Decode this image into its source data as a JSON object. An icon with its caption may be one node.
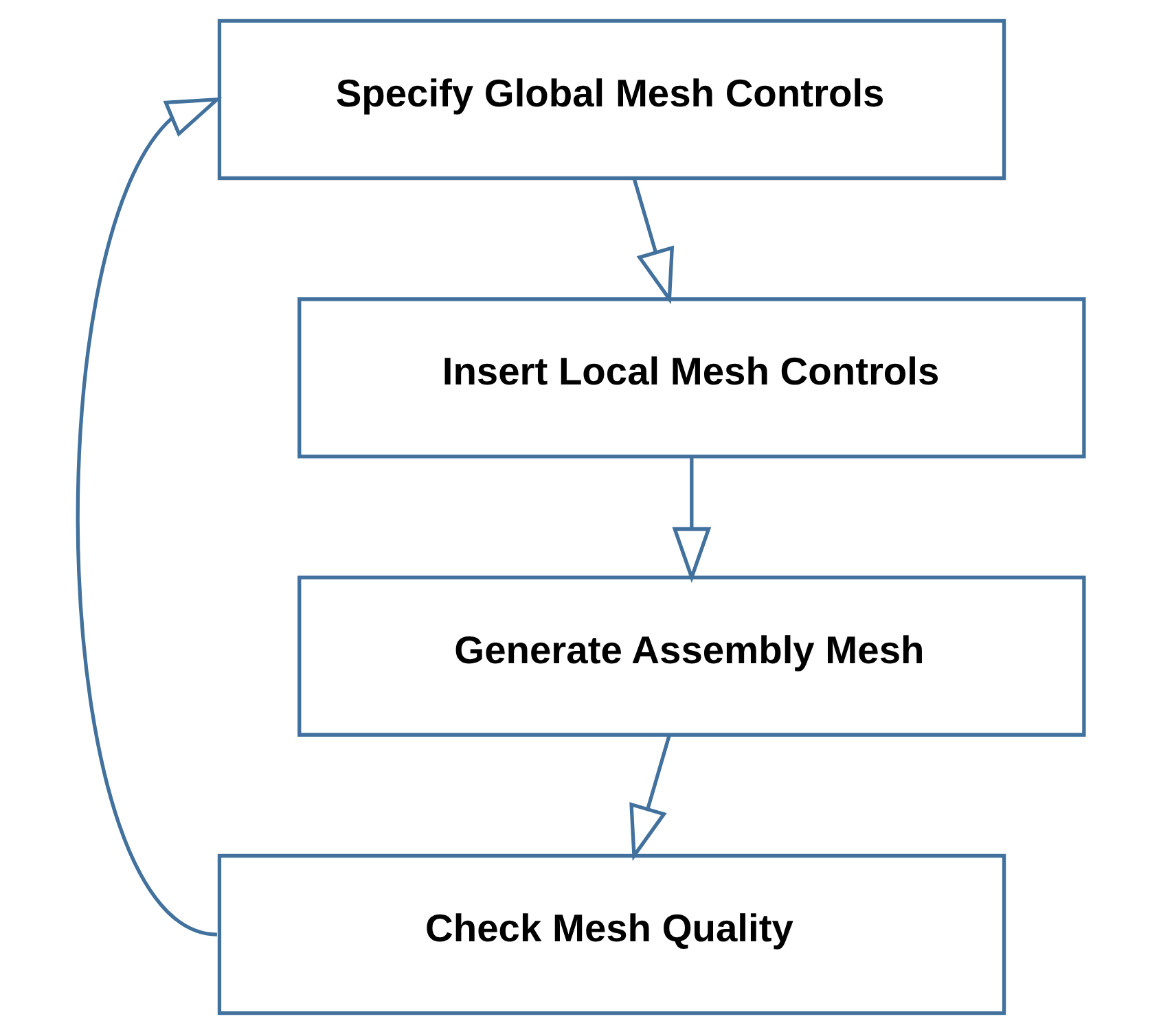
{
  "diagram": {
    "nodes": [
      {
        "text": [
          "Specify Global Mesh Controls"
        ]
      },
      {
        "text": [
          "Insert Local Mesh Controls"
        ]
      },
      {
        "text": [
          "Generate Assembly Mesh"
        ]
      },
      {
        "text": [
          "Check Mesh Quality"
        ]
      }
    ],
    "edges": [
      {
        "from": 0,
        "to": 1,
        "arrow": "to"
      },
      {
        "from": 1,
        "to": 2,
        "arrow": "to"
      },
      {
        "from": 2,
        "to": 3,
        "arrow": "to"
      },
      {
        "from": 3,
        "to": 0,
        "arrow": "to"
      }
    ]
  }
}
